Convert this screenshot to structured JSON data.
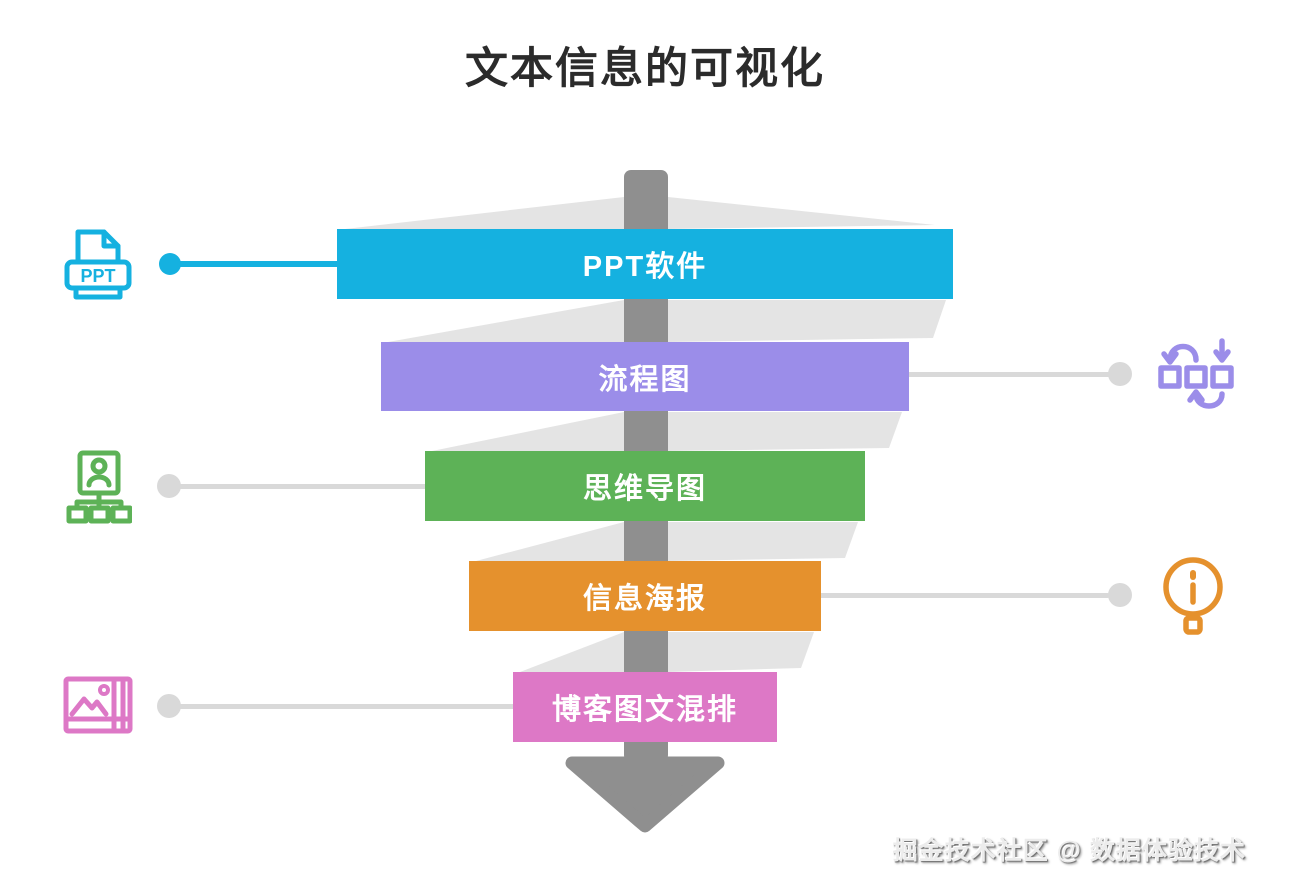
{
  "title": "文本信息的可视化",
  "watermark": "掘金技术社区 @ 数据体验技术",
  "colors": {
    "cyan": "#15b1e0",
    "purple": "#9b8de9",
    "green": "#5db257",
    "orange": "#e5912d",
    "pink": "#dd78c6",
    "column_gray": "#8f8f8f",
    "ribbon_gray": "#e4e4e4",
    "connector_gray": "#d9d9d9",
    "title_color": "#2b2b2b"
  },
  "funnel": {
    "direction": "top-to-bottom",
    "items": [
      {
        "label": "PPT软件",
        "color": "#15b1e0",
        "icon": "ppt-file-icon",
        "icon_side": "left"
      },
      {
        "label": "流程图",
        "color": "#9b8de9",
        "icon": "workflow-icon",
        "icon_side": "right"
      },
      {
        "label": "思维导图",
        "color": "#5db257",
        "icon": "org-chart-icon",
        "icon_side": "left"
      },
      {
        "label": "信息海报",
        "color": "#e5912d",
        "icon": "info-icon",
        "icon_side": "right"
      },
      {
        "label": "博客图文混排",
        "color": "#dd78c6",
        "icon": "blog-image-icon",
        "icon_side": "left"
      }
    ]
  },
  "icons": {
    "ppt_label": "PPT"
  }
}
